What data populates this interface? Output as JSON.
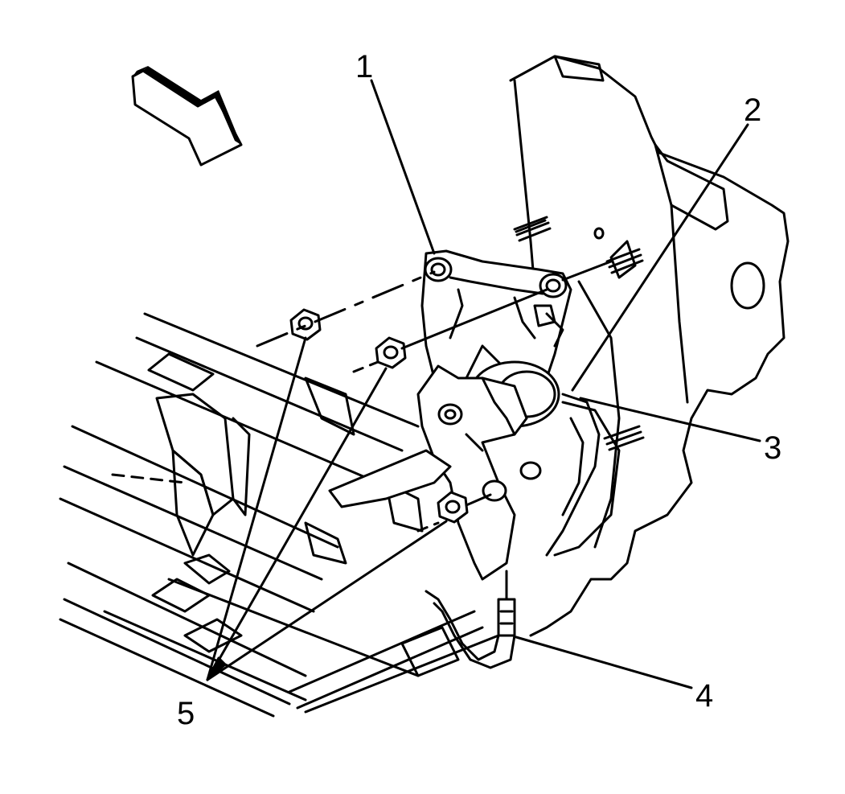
{
  "callouts": [
    {
      "id": "1",
      "label": "1"
    },
    {
      "id": "2",
      "label": "2"
    },
    {
      "id": "3",
      "label": "3"
    },
    {
      "id": "4",
      "label": "4"
    },
    {
      "id": "5",
      "label": "5"
    }
  ],
  "colors": {
    "ink": "#000000",
    "paper": "#ffffff"
  },
  "icons": {
    "direction_arrow": "forward-direction-arrow-icon"
  }
}
